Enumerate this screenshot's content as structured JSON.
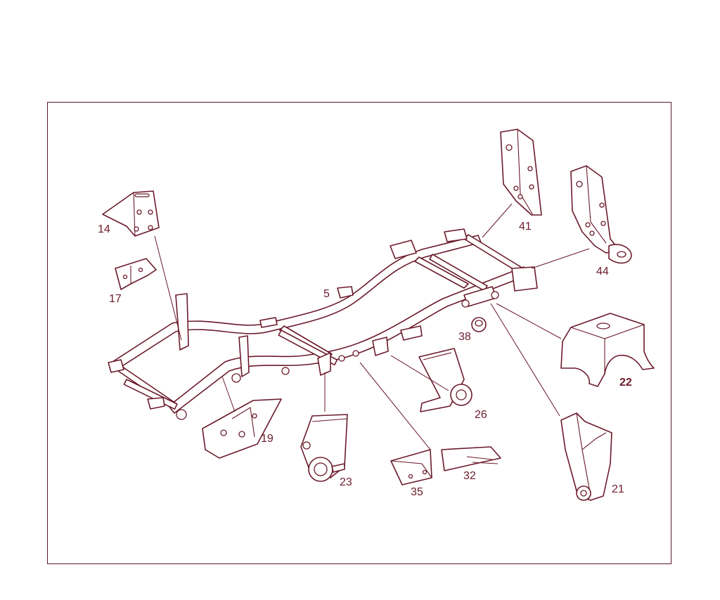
{
  "colors": {
    "line": "#6b1a2b",
    "frame": "#5a1a26",
    "background": "#ffffff"
  },
  "callouts": {
    "c5": "5",
    "c14": "14",
    "c17": "17",
    "c19": "19",
    "c21": "21",
    "c22": "22",
    "c23": "23",
    "c26": "26",
    "c32": "32",
    "c35": "35",
    "c38": "38",
    "c41": "41",
    "c44": "44"
  }
}
